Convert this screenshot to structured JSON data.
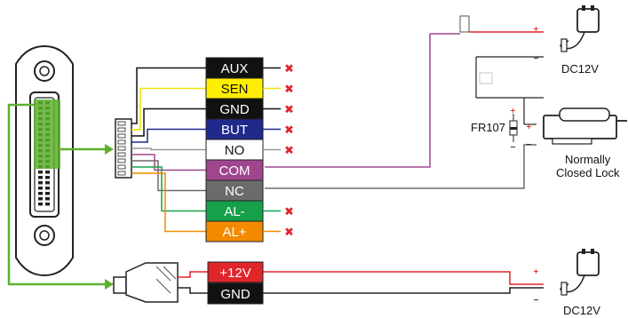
{
  "terminals": [
    {
      "label": "AUX",
      "bg": "#111111",
      "fg": "#ffffff",
      "wire": "#111111",
      "status": "unused"
    },
    {
      "label": "SEN",
      "bg": "#ffee00",
      "fg": "#111111",
      "wire": "#f2e200",
      "status": "unused"
    },
    {
      "label": "GND",
      "bg": "#111111",
      "fg": "#ffffff",
      "wire": "#111111",
      "status": "unused"
    },
    {
      "label": "BUT",
      "bg": "#1f2a8c",
      "fg": "#ffffff",
      "wire": "#1f2a8c",
      "status": "unused"
    },
    {
      "label": "NO",
      "bg": "#ffffff",
      "fg": "#111111",
      "wire": "#999999",
      "status": "unused"
    },
    {
      "label": "COM",
      "bg": "#a0468f",
      "fg": "#ffffff",
      "wire": "#a0468f",
      "status": "connected"
    },
    {
      "label": "NC",
      "bg": "#6b6b6b",
      "fg": "#ffffff",
      "wire": "#6b6b6b",
      "status": "connected"
    },
    {
      "label": "AL-",
      "bg": "#16a04a",
      "fg": "#ffffff",
      "wire": "#16a04a",
      "status": "unused"
    },
    {
      "label": "AL+",
      "bg": "#f28a00",
      "fg": "#ffffff",
      "wire": "#f28a00",
      "status": "unused"
    }
  ],
  "power_terminals": [
    {
      "label": "+12V",
      "bg": "#e0252b",
      "fg": "#ffffff"
    },
    {
      "label": "GND",
      "bg": "#111111",
      "fg": "#ffffff"
    }
  ],
  "labels": {
    "adapter_top": "DC12V",
    "adapter_bottom": "DC12V",
    "diode": "FR107",
    "lock_line1": "Normally",
    "lock_line2": "Closed Lock"
  },
  "colors": {
    "arrow_green": "#5db02e",
    "cross_red": "#e0252b",
    "wire_red": "#e0252b",
    "wire_purple": "#a0468f",
    "wire_grey": "#6b6b6b"
  }
}
